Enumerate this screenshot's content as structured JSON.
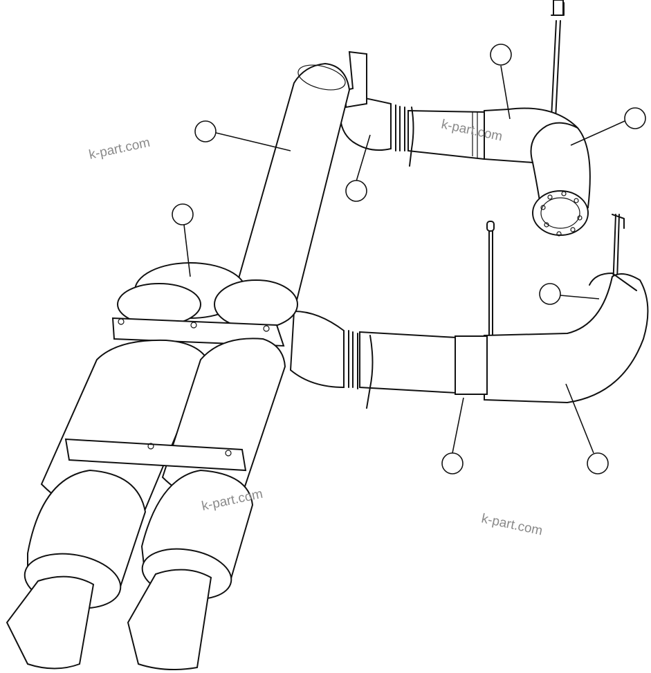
{
  "diagram": {
    "description_free": true,
    "watermarks": [
      {
        "id": "wm-1",
        "text": "k-part.com"
      },
      {
        "id": "wm-2",
        "text": "k-part.com"
      },
      {
        "id": "wm-3",
        "text": "k-part.com"
      },
      {
        "id": "wm-4",
        "text": "k-part.com"
      }
    ],
    "callouts": [
      {
        "id": "c1"
      },
      {
        "id": "c2"
      },
      {
        "id": "c3"
      },
      {
        "id": "c4"
      },
      {
        "id": "c5"
      },
      {
        "id": "c6"
      },
      {
        "id": "c7"
      },
      {
        "id": "c8"
      },
      {
        "id": "c9"
      }
    ],
    "colors": {
      "line": "#111111",
      "background": "#ffffff",
      "watermark": "#8a8a8a"
    }
  }
}
